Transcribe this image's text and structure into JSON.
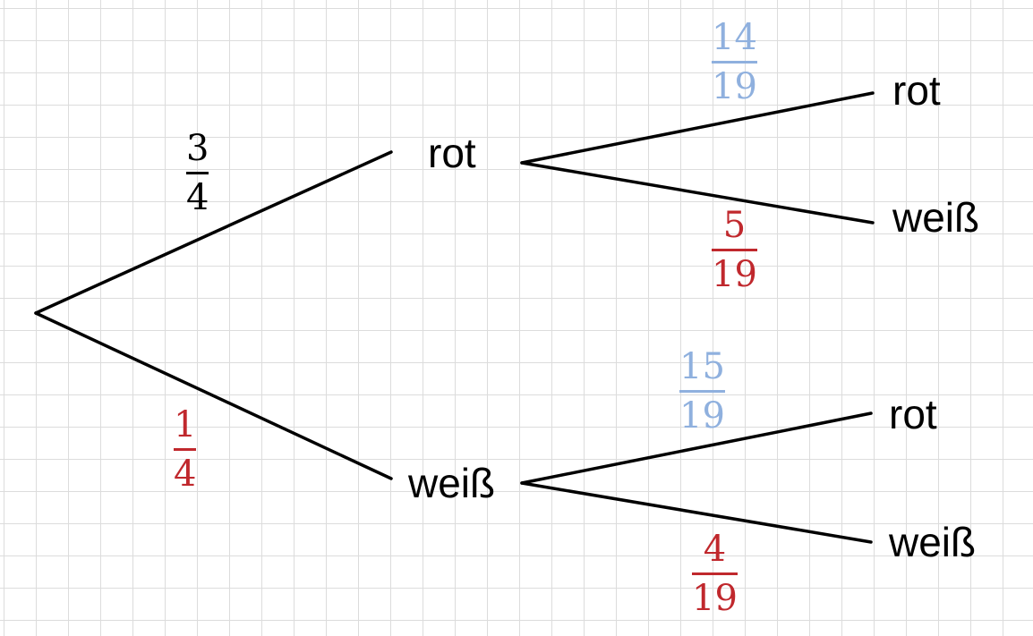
{
  "tree": {
    "level1": {
      "top": {
        "label": "rot",
        "prob": {
          "num": "3",
          "den": "4",
          "color": "#000000"
        }
      },
      "bottom": {
        "label": "weiß",
        "prob": {
          "num": "1",
          "den": "4",
          "color": "#c0282d"
        }
      }
    },
    "level2": {
      "rot_rot": {
        "label": "rot",
        "prob": {
          "num": "14",
          "den": "19",
          "color": "#8fb0de"
        }
      },
      "rot_weiss": {
        "label": "weiß",
        "prob": {
          "num": "5",
          "den": "19",
          "color": "#c0282d"
        }
      },
      "weiss_rot": {
        "label": "rot",
        "prob": {
          "num": "15",
          "den": "19",
          "color": "#8fb0de"
        }
      },
      "weiss_weiss": {
        "label": "weiß",
        "prob": {
          "num": "4",
          "den": "19",
          "color": "#c0282d"
        }
      }
    }
  },
  "colors": {
    "edge": "#000000",
    "grid": "#dcdcdc",
    "red": "#c0282d",
    "blue": "#8fb0de"
  }
}
